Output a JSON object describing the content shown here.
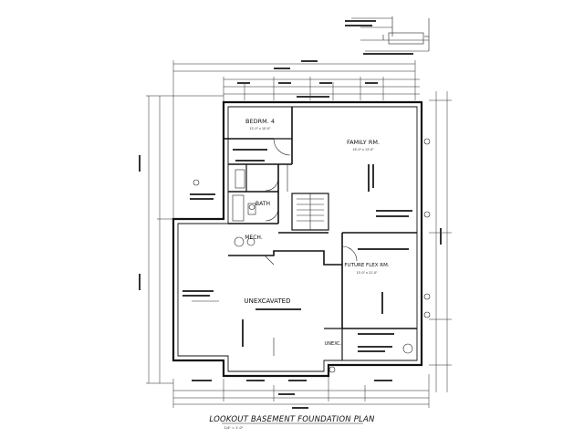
{
  "plan": {
    "title": "LOOKOUT BASEMENT FOUNDATION PLAN",
    "scale": "1/4\" = 1'-0\"",
    "rooms": {
      "bedroom": {
        "name": "BEDRM. 4",
        "dims": "12'-0\" x 10'-0\""
      },
      "family": {
        "name": "FAMILY RM.",
        "dims": "19'-0\" x 13'-0\""
      },
      "bath": {
        "name": "BATH"
      },
      "mech": {
        "name": "MECH."
      },
      "flex": {
        "name": "FUTURE FLEX RM.",
        "dims": "13'-0\" x 11'-0\""
      },
      "unexcavated": {
        "name": "UNEXCAVATED"
      },
      "unexc_small": {
        "name": "UNEXC."
      }
    }
  }
}
